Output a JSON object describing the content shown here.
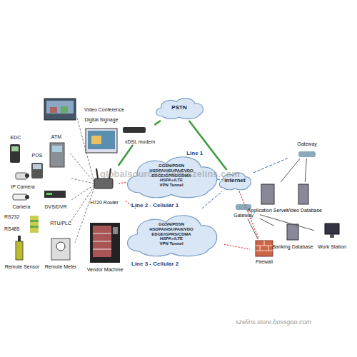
{
  "diagram": {
    "nodes": [
      {
        "text": [
          "Video Conference"
        ]
      },
      {
        "text": [
          "Digital Signage"
        ]
      },
      {
        "text": [
          "EDC"
        ]
      },
      {
        "text": [
          "POS"
        ]
      },
      {
        "text": [
          "ATM"
        ]
      },
      {
        "text": [
          "IP Camera"
        ]
      },
      {
        "text": [
          "Camera"
        ]
      },
      {
        "text": [
          "DVS/DVR"
        ]
      },
      {
        "text": [
          "RTU/PLC"
        ]
      },
      {
        "text": [
          "Remote Sensor"
        ]
      },
      {
        "text": [
          "Remote Meter"
        ]
      },
      {
        "text": [
          "Vendor Machine"
        ]
      },
      {
        "text": [
          "PSTN"
        ]
      },
      {
        "text": [
          "xDSL modem"
        ]
      },
      {
        "text": [
          "H720 Router"
        ]
      },
      {
        "text": [
          "GGSN/PDSN",
          "HSDPA/HSUPA/EVDO",
          "EDGE/GPRS/CDMA",
          "HSPA+/LTE",
          "VPN Tunnel"
        ]
      },
      {
        "text": [
          "GGSN/PDSN",
          "HSDPA/HSUPA/EVDO",
          "EDGE/GPRS/CDMA",
          "HSPA+/LTE",
          "VPN Tunnel"
        ]
      },
      {
        "text": [
          "Internet"
        ]
      },
      {
        "text": [
          "Gateway"
        ]
      },
      {
        "text": [
          "Application Server"
        ]
      },
      {
        "text": [
          "Video Database"
        ]
      },
      {
        "text": [
          "Gateway"
        ]
      },
      {
        "text": [
          "Banking Database"
        ]
      },
      {
        "text": [
          "Work Station"
        ]
      },
      {
        "text": [
          "Firewall"
        ]
      }
    ],
    "edges": [
      {
        "from": 14,
        "to": 13,
        "arrow": "none"
      },
      {
        "from": 13,
        "to": 12,
        "arrow": "none"
      },
      {
        "from": 12,
        "to": 17,
        "label": "Line 1",
        "arrow": "none"
      },
      {
        "from": 14,
        "to": 15,
        "arrow": "none"
      },
      {
        "from": 14,
        "to": 16,
        "arrow": "none"
      },
      {
        "from": 15,
        "to": 17,
        "arrow": "none"
      },
      {
        "from": 16,
        "to": 17,
        "arrow": "none"
      },
      {
        "from": 17,
        "to": 18,
        "arrow": "none"
      },
      {
        "from": 18,
        "to": 19,
        "arrow": "none"
      },
      {
        "from": 18,
        "to": 20,
        "arrow": "none"
      },
      {
        "from": 17,
        "to": 24,
        "arrow": "none"
      },
      {
        "from": 16,
        "to": 24,
        "arrow": "none"
      },
      {
        "from": 24,
        "to": 21,
        "arrow": "none"
      },
      {
        "from": 21,
        "to": 22,
        "arrow": "none"
      },
      {
        "from": 21,
        "to": 23,
        "arrow": "none"
      }
    ],
    "labels": [
      "RS232",
      "RS485",
      "Line 2 - Cellular 1",
      "Line 3 - Cellular 2",
      "globalsources.com/szelins.com",
      "szelins.store.bossgoo.com"
    ]
  }
}
